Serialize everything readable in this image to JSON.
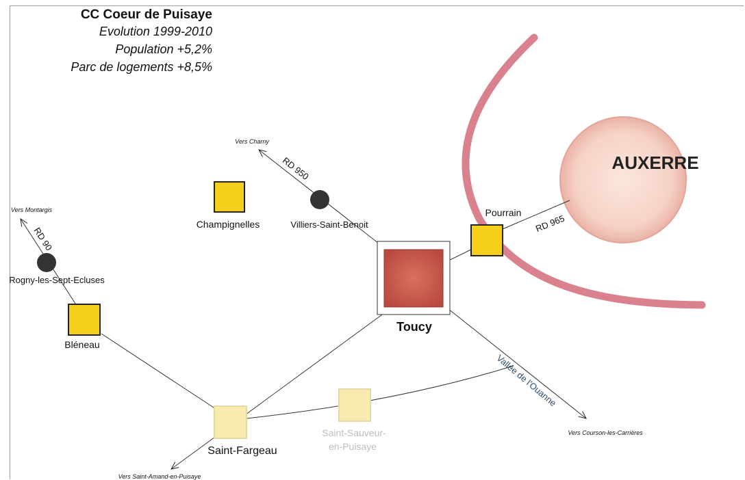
{
  "header": {
    "title": "CC Coeur de Puisaye",
    "line1": "Evolution 1999-2010",
    "line2": "Population +5,2%",
    "line3": "Parc de logements +8,5%"
  },
  "places": {
    "auxerre": "AUXERRE",
    "toucy": "Toucy",
    "pourrain": "Pourrain",
    "champignelles": "Champignelles",
    "villiers": "Villiers-Saint-Benoit",
    "rogny": "Rogny-les-Sept-Ecluses",
    "bleneau": "Bléneau",
    "saint_fargeau": "Saint-Fargeau",
    "saint_sauveur_1": "Saint-Sauveur-",
    "saint_sauveur_2": "en-Puisaye"
  },
  "roads": {
    "rd950": "RD 950",
    "rd965": "RD 965",
    "rd90": "RD 90",
    "vallee": "Vallée de l'Ouanne"
  },
  "directions": {
    "charny": "Vers Charny",
    "montargis": "Vers Montargis",
    "courson": "Vers Courson-les-Carrières",
    "saint_amand": "Vers Saint-Amand-en-Puisaye"
  },
  "colors": {
    "ring_road": "#d9828e",
    "auxerre_fill": "#f7d6cc",
    "toucy_fill": "#c9574a",
    "yellow": "#f6cf1a",
    "pale_yellow": "#f7ebb0",
    "village_dot": "#333333",
    "river_text": "#2d4a6b"
  }
}
